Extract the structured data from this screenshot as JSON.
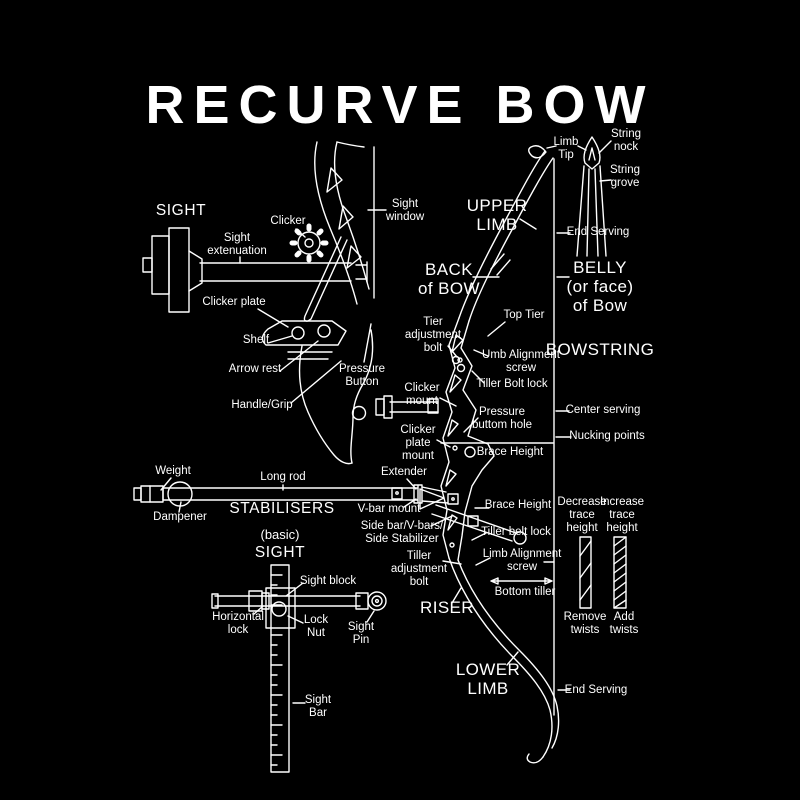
{
  "title": "RECURVE BOW",
  "colors": {
    "background": "#000000",
    "ink": "#ffffff"
  },
  "labels": {
    "sight_heading": "SIGHT",
    "clicker": "Clicker",
    "sight_extenuation": "Sight\nextenuation",
    "sight_window": "Sight\nwindow",
    "clicker_plate": "Clicker plate",
    "shelf": "Shelf",
    "arrow_rest": "Arrow rest",
    "pressure_button": "Pressure\nButton",
    "handle_grip": "Handle/Grip",
    "upper_limb": "UPPER\nLIMB",
    "back_of_bow": "BACK\nof BOW",
    "belly_of_bow": "BELLY\n(or face)\nof Bow",
    "limb_tip": "Limb\nTip",
    "string_nock": "String\nnock",
    "string_grove": "String\ngrove",
    "end_serving_top": "End Serving",
    "top_tier": "Top Tier",
    "tier_adjustment_bolt": "Tier\nadjustment\nbolt",
    "umb_alignment_screw": "Umb Alignment\nscrew",
    "tiller_bolt_lock": "Tiller Bolt lock",
    "bowstring": "BOWSTRING",
    "clicker_mount": "Clicker\nmount",
    "pressure_buttom_hole": "Pressure\nbuttom hole",
    "center_serving": "Center serving",
    "nucking_points": "Nucking points",
    "clicker_plate_mount": "Clicker\nplate\nmount",
    "brace_height_upper": "Brace Height",
    "weight": "Weight",
    "long_rod": "Long rod",
    "extender": "Extender",
    "dampener": "Dampener",
    "stabilisers": "STABILISERS",
    "v_bar_mount": "V-bar mount",
    "side_bar": "Side bar/V-bars/\nSide Stabilizer",
    "basic": "(basic)",
    "basic_sight": "SIGHT",
    "brace_height_lower": "Brace Height",
    "tiller_belt_lock": "Tiller belt lock",
    "limb_alignment_screw": "Limb Alignment\nscrew",
    "tiller_adjustment_bolt": "Tiller\nadjustment\nbolt",
    "bottom_tiller": "Bottom tiller",
    "riser": "RISER",
    "decrease_trace_height": "Decrease\ntrace\nheight",
    "increase_trace_height": "Increase\ntrace\nheight",
    "remove_twists": "Remove\ntwists",
    "add_twists": "Add\ntwists",
    "sight_block": "Sight block",
    "horizontal_lock": "Horizontal\nlock",
    "lock_nut": "Lock\nNut",
    "sight_pin": "Sight\nPin",
    "sight_bar": "Sight\nBar",
    "lower_limb": "LOWER\nLIMB",
    "end_serving_bottom": "End Serving"
  }
}
